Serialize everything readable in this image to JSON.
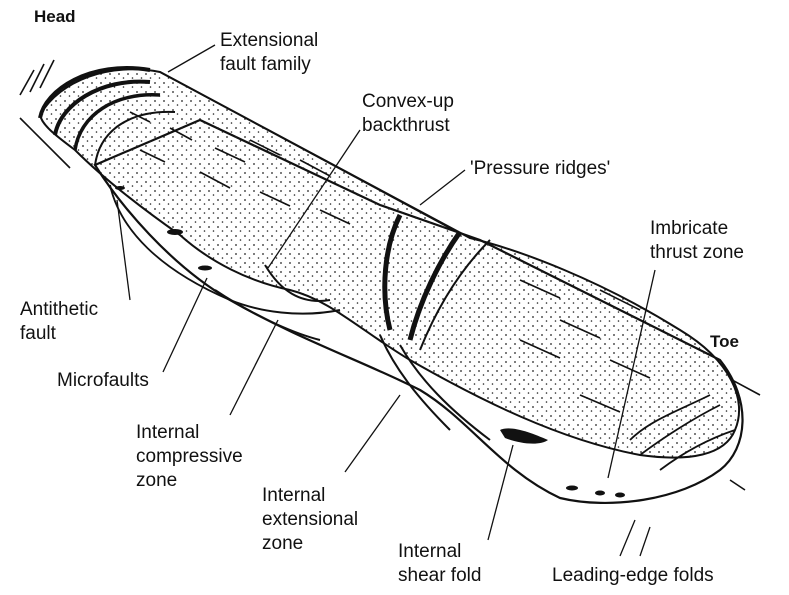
{
  "colors": {
    "ink": "#111111",
    "fill": "#ffffff",
    "stipple": "#222222"
  },
  "labels": {
    "head": "Head",
    "toe": "Toe",
    "extensional_fault_family": [
      "Extensional",
      "fault family"
    ],
    "convex_up_backthrust": [
      "Convex-up",
      "backthrust"
    ],
    "pressure_ridges": "'Pressure ridges'",
    "imbricate_thrust_zone": [
      "Imbricate",
      "thrust zone"
    ],
    "antithetic_fault": [
      "Antithetic",
      "fault"
    ],
    "microfaults": "Microfaults",
    "internal_compressive_zone": [
      "Internal",
      "compressive",
      "zone"
    ],
    "internal_extensional_zone": [
      "Internal",
      "extensional",
      "zone"
    ],
    "internal_shear_fold": [
      "Internal",
      "shear fold"
    ],
    "leading_edge_folds": "Leading-edge folds"
  }
}
